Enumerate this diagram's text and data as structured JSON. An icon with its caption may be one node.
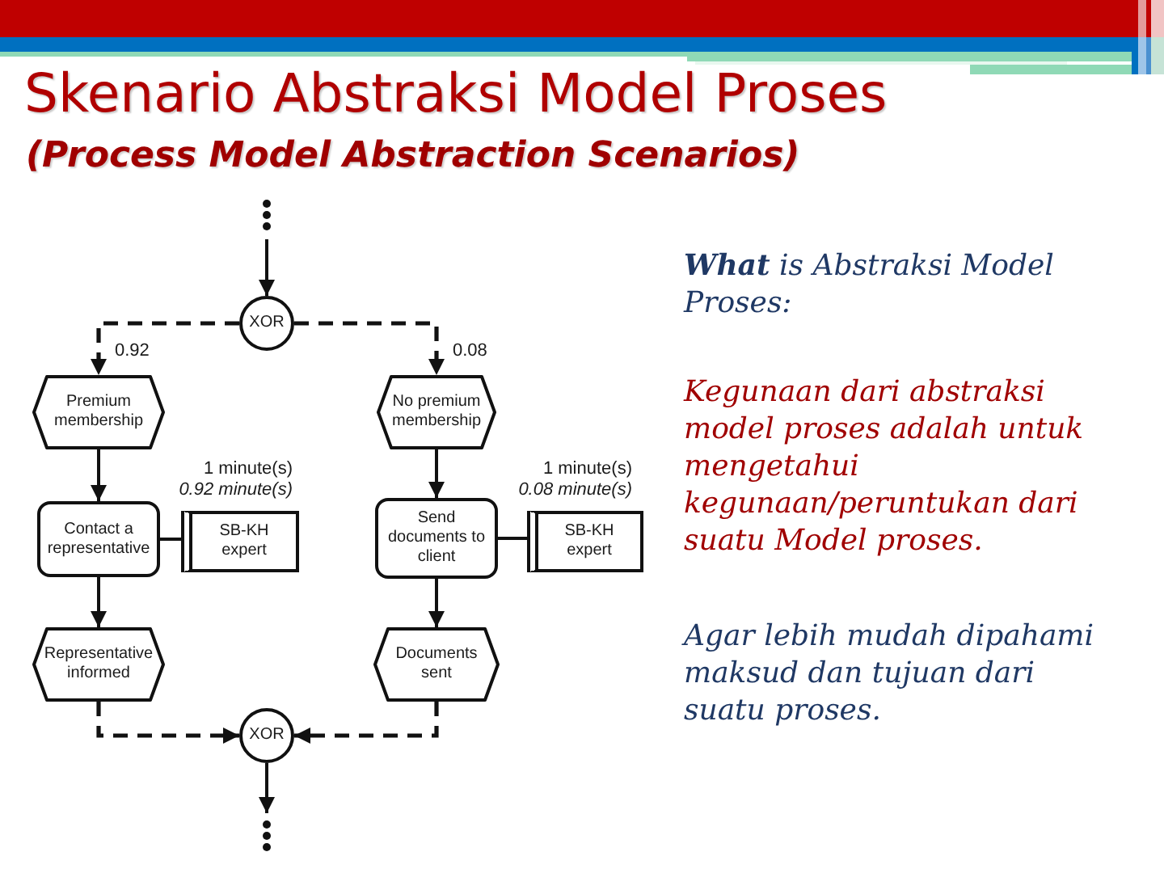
{
  "diagram": {
    "title": "Skenario Abstraksi Model Proses",
    "nodes": [
      {
        "text": [
          "XOR"
        ]
      },
      {
        "text": [
          "Premium membership"
        ]
      },
      {
        "text": [
          "No premium membership"
        ]
      },
      {
        "text": [
          "Contact a representative"
        ]
      },
      {
        "text": [
          "SB-KH expert"
        ],
        "beside": [
          "1 minute(s)",
          "0.92 minute(s)"
        ]
      },
      {
        "text": [
          "Send documents to client"
        ]
      },
      {
        "text": [
          "SB-KH expert"
        ],
        "beside": [
          "1 minute(s)",
          "0.08 minute(s)"
        ]
      },
      {
        "text": [
          "Representative informed"
        ]
      },
      {
        "text": [
          "Documents sent"
        ]
      },
      {
        "text": [
          "XOR"
        ]
      }
    ],
    "edges": [
      {
        "from": null,
        "to": 0,
        "arrow": "to"
      },
      {
        "from": 0,
        "to": 1,
        "arrow": "to",
        "label": "0.92",
        "style": "dashed"
      },
      {
        "from": 0,
        "to": 2,
        "arrow": "to",
        "label": "0.08",
        "style": "dashed"
      },
      {
        "from": 1,
        "to": 3,
        "arrow": "to"
      },
      {
        "from": 3,
        "to": 4,
        "arrow": "none"
      },
      {
        "from": 2,
        "to": 5,
        "arrow": "to"
      },
      {
        "from": 5,
        "to": 6,
        "arrow": "none"
      },
      {
        "from": 3,
        "to": 7,
        "arrow": "to"
      },
      {
        "from": 5,
        "to": 8,
        "arrow": "to"
      },
      {
        "from": 7,
        "to": 9,
        "arrow": "to",
        "style": "dashed"
      },
      {
        "from": 8,
        "to": 9,
        "arrow": "to",
        "style": "dashed"
      },
      {
        "from": 9,
        "to": null,
        "arrow": "to"
      }
    ],
    "labels": [
      "(Process Model Abstraction Scenarios)",
      "**What** is Abstraksi Model Proses:",
      "Kegunaan dari abstraksi model proses adalah untuk mengetahui kegunaan/peruntukan dari suatu Model proses.",
      "Agar lebih mudah dipahami maksud dan tujuan dari suatu proses."
    ]
  }
}
